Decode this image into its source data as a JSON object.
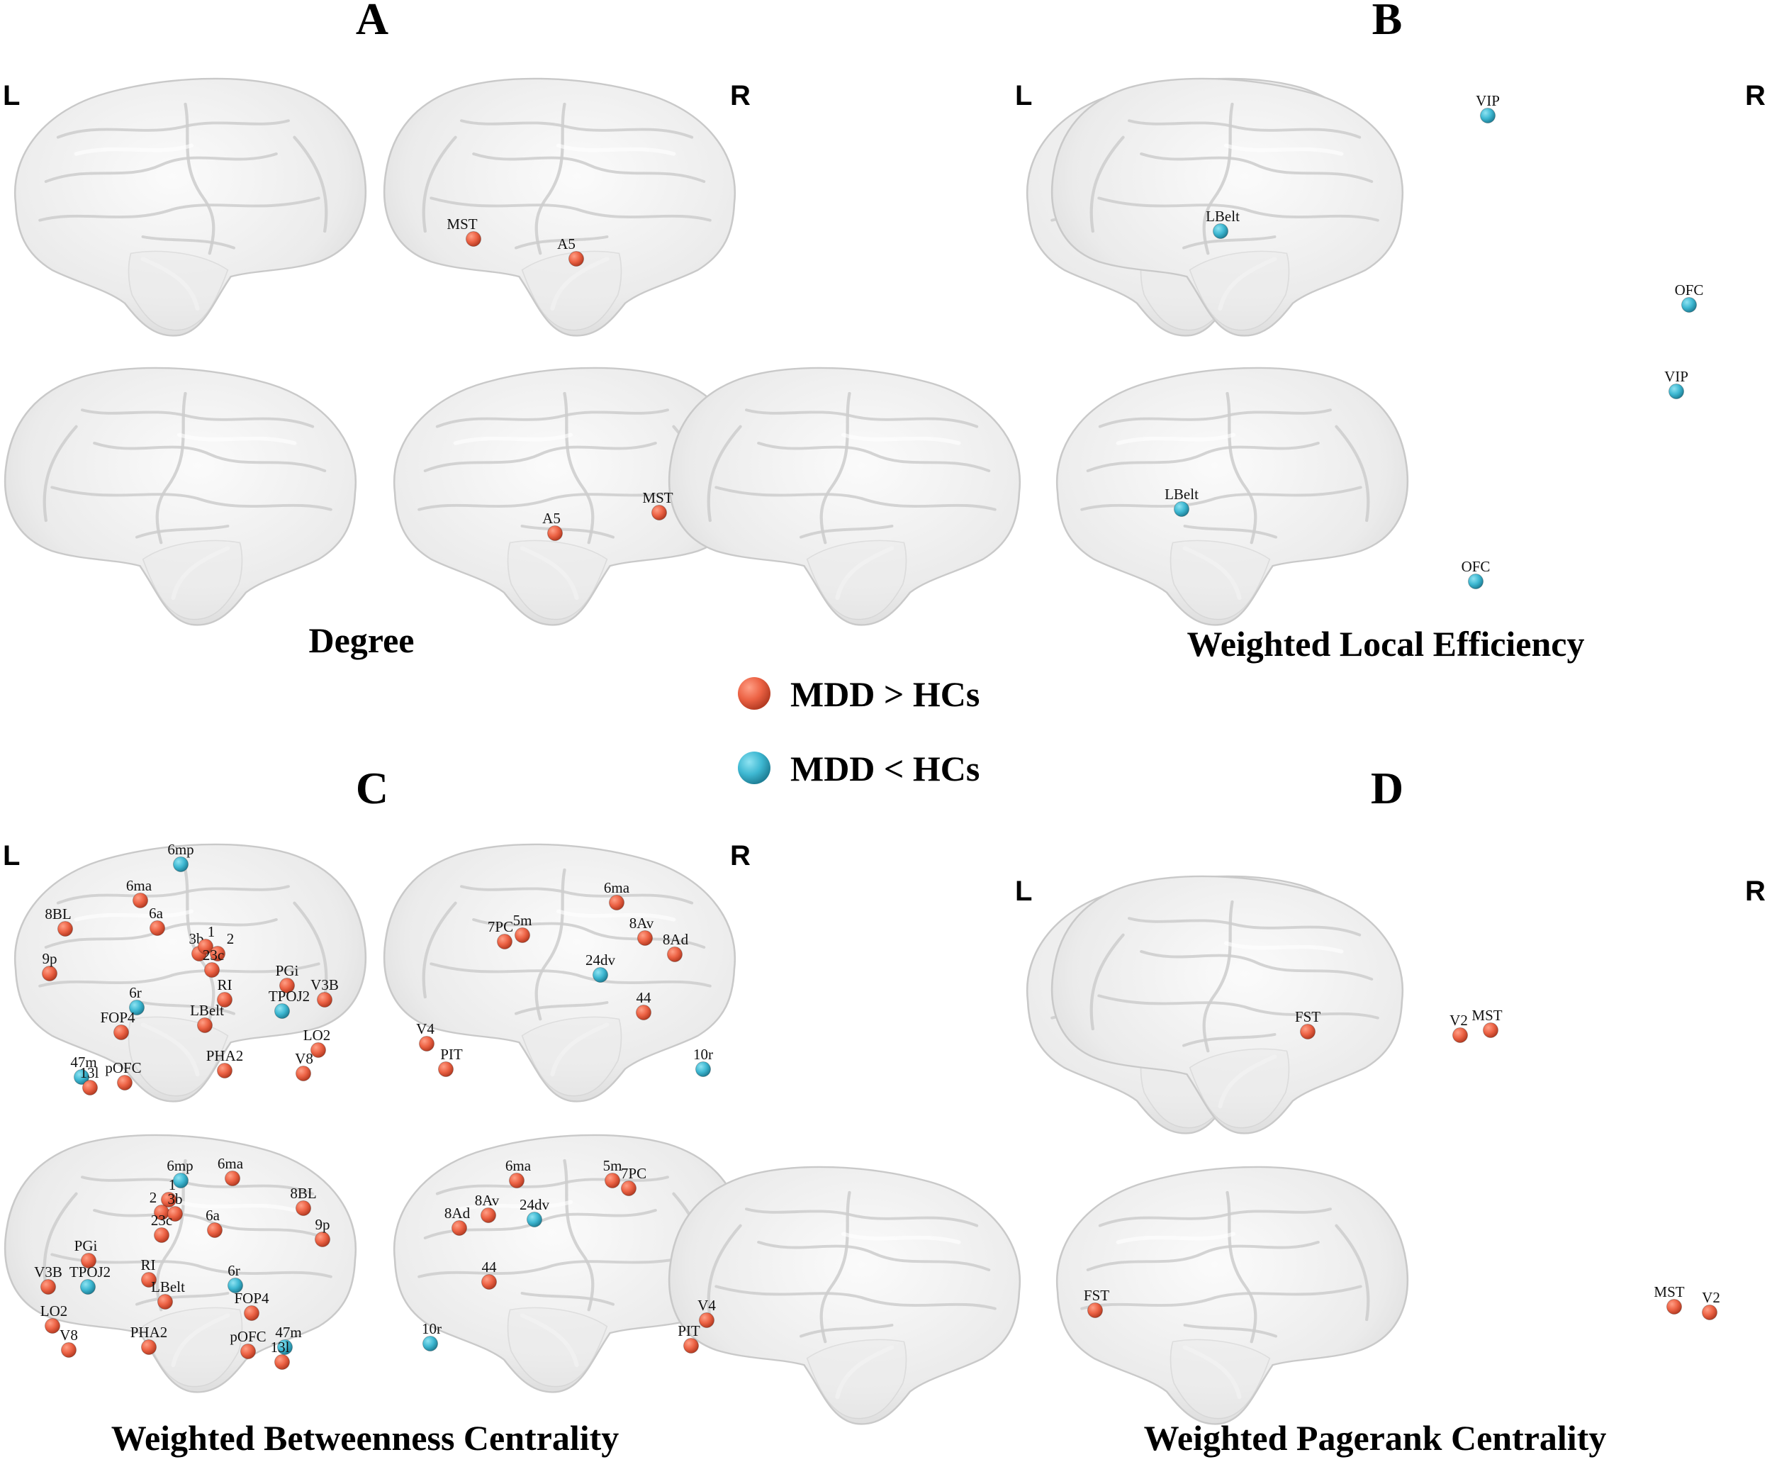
{
  "panels": [
    {
      "id": "A",
      "letter": "A",
      "left_label": "L",
      "right_label": "R",
      "caption": "Degree",
      "views": [
        {
          "hemisphere": "left",
          "orientation": "lateral",
          "nodes": []
        },
        {
          "hemisphere": "right",
          "orientation": "lateral",
          "nodes": [
            {
              "label": "MST",
              "group": "increase"
            },
            {
              "label": "A5",
              "group": "increase"
            }
          ]
        },
        {
          "hemisphere": "left",
          "orientation": "medial",
          "nodes": []
        },
        {
          "hemisphere": "right",
          "orientation": "medial",
          "nodes": [
            {
              "label": "A5",
              "group": "increase"
            },
            {
              "label": "MST",
              "group": "increase"
            }
          ]
        }
      ]
    },
    {
      "id": "B",
      "letter": "B",
      "left_label": "L",
      "right_label": "R",
      "caption": "Weighted Local Efficiency",
      "views": [
        {
          "hemisphere": "left",
          "orientation": "lateral",
          "nodes": [
            {
              "label": "LBelt",
              "group": "decrease"
            }
          ]
        },
        {
          "hemisphere": "right",
          "orientation": "lateral",
          "nodes": [
            {
              "label": "VIP",
              "group": "decrease"
            },
            {
              "label": "OFC",
              "group": "decrease"
            }
          ]
        },
        {
          "hemisphere": "left",
          "orientation": "medial",
          "nodes": [
            {
              "label": "LBelt",
              "group": "decrease"
            }
          ]
        },
        {
          "hemisphere": "right",
          "orientation": "medial",
          "nodes": [
            {
              "label": "VIP",
              "group": "decrease"
            },
            {
              "label": "OFC",
              "group": "decrease"
            }
          ]
        }
      ]
    },
    {
      "id": "C",
      "letter": "C",
      "left_label": "L",
      "right_label": "R",
      "caption": "Weighted Betweenness Centrality",
      "views": [
        {
          "hemisphere": "left",
          "orientation": "lateral",
          "nodes": [
            {
              "label": "6ma",
              "group": "increase"
            },
            {
              "label": "6mp",
              "group": "decrease"
            },
            {
              "label": "8BL",
              "group": "increase"
            },
            {
              "label": "6a",
              "group": "increase"
            },
            {
              "label": "3b",
              "group": "increase"
            },
            {
              "label": "1",
              "group": "increase"
            },
            {
              "label": "2",
              "group": "increase"
            },
            {
              "label": "23c",
              "group": "increase"
            },
            {
              "label": "9p",
              "group": "increase"
            },
            {
              "label": "PGi",
              "group": "increase"
            },
            {
              "label": "6r",
              "group": "decrease"
            },
            {
              "label": "RI",
              "group": "increase"
            },
            {
              "label": "TPOJ2",
              "group": "decrease"
            },
            {
              "label": "V3B",
              "group": "increase"
            },
            {
              "label": "FOP4",
              "group": "increase"
            },
            {
              "label": "LBelt",
              "group": "increase"
            },
            {
              "label": "LO2",
              "group": "increase"
            },
            {
              "label": "47m",
              "group": "decrease"
            },
            {
              "label": "13l",
              "group": "increase"
            },
            {
              "label": "pOFC",
              "group": "increase"
            },
            {
              "label": "PHA2",
              "group": "increase"
            },
            {
              "label": "V8",
              "group": "increase"
            }
          ]
        },
        {
          "hemisphere": "right",
          "orientation": "lateral",
          "nodes": [
            {
              "label": "7PC",
              "group": "increase"
            },
            {
              "label": "5m",
              "group": "increase"
            },
            {
              "label": "6ma",
              "group": "increase"
            },
            {
              "label": "8Av",
              "group": "increase"
            },
            {
              "label": "24dv",
              "group": "decrease"
            },
            {
              "label": "8Ad",
              "group": "increase"
            },
            {
              "label": "44",
              "group": "increase"
            },
            {
              "label": "V4",
              "group": "increase"
            },
            {
              "label": "PIT",
              "group": "increase"
            },
            {
              "label": "10r",
              "group": "decrease"
            }
          ]
        },
        {
          "hemisphere": "left",
          "orientation": "medial",
          "nodes": [
            {
              "label": "6mp",
              "group": "decrease"
            },
            {
              "label": "6ma",
              "group": "increase"
            },
            {
              "label": "1",
              "group": "increase"
            },
            {
              "label": "2",
              "group": "increase"
            },
            {
              "label": "3b",
              "group": "increase"
            },
            {
              "label": "6a",
              "group": "increase"
            },
            {
              "label": "8BL",
              "group": "increase"
            },
            {
              "label": "23c",
              "group": "increase"
            },
            {
              "label": "9p",
              "group": "increase"
            },
            {
              "label": "PGi",
              "group": "increase"
            },
            {
              "label": "RI",
              "group": "increase"
            },
            {
              "label": "V3B",
              "group": "increase"
            },
            {
              "label": "TPOJ2",
              "group": "decrease"
            },
            {
              "label": "6r",
              "group": "decrease"
            },
            {
              "label": "LBelt",
              "group": "increase"
            },
            {
              "label": "FOP4",
              "group": "increase"
            },
            {
              "label": "LO2",
              "group": "increase"
            },
            {
              "label": "V8",
              "group": "increase"
            },
            {
              "label": "PHA2",
              "group": "increase"
            },
            {
              "label": "pOFC",
              "group": "increase"
            },
            {
              "label": "47m",
              "group": "decrease"
            },
            {
              "label": "13l",
              "group": "increase"
            }
          ]
        },
        {
          "hemisphere": "right",
          "orientation": "medial",
          "nodes": [
            {
              "label": "6ma",
              "group": "increase"
            },
            {
              "label": "5m",
              "group": "increase"
            },
            {
              "label": "7PC",
              "group": "increase"
            },
            {
              "label": "8Av",
              "group": "increase"
            },
            {
              "label": "24dv",
              "group": "decrease"
            },
            {
              "label": "8Ad",
              "group": "increase"
            },
            {
              "label": "44",
              "group": "increase"
            },
            {
              "label": "10r",
              "group": "decrease"
            },
            {
              "label": "V4",
              "group": "increase"
            },
            {
              "label": "PIT",
              "group": "increase"
            }
          ]
        }
      ]
    },
    {
      "id": "D",
      "letter": "D",
      "left_label": "L",
      "right_label": "R",
      "caption": "Weighted  Pagerank Centrality",
      "views": [
        {
          "hemisphere": "left",
          "orientation": "lateral",
          "nodes": [
            {
              "label": "FST",
              "group": "increase"
            }
          ]
        },
        {
          "hemisphere": "right",
          "orientation": "lateral",
          "nodes": [
            {
              "label": "V2",
              "group": "increase"
            },
            {
              "label": "MST",
              "group": "increase"
            }
          ]
        },
        {
          "hemisphere": "left",
          "orientation": "medial",
          "nodes": [
            {
              "label": "FST",
              "group": "increase"
            }
          ]
        },
        {
          "hemisphere": "right",
          "orientation": "medial",
          "nodes": [
            {
              "label": "MST",
              "group": "increase"
            },
            {
              "label": "V2",
              "group": "increase"
            }
          ]
        }
      ]
    }
  ],
  "legend": {
    "items": [
      {
        "key": "increase",
        "label": "MDD > HCs",
        "color": "#ee6a4c"
      },
      {
        "key": "decrease",
        "label": "MDD < HCs",
        "color": "#45bfd6"
      }
    ]
  }
}
